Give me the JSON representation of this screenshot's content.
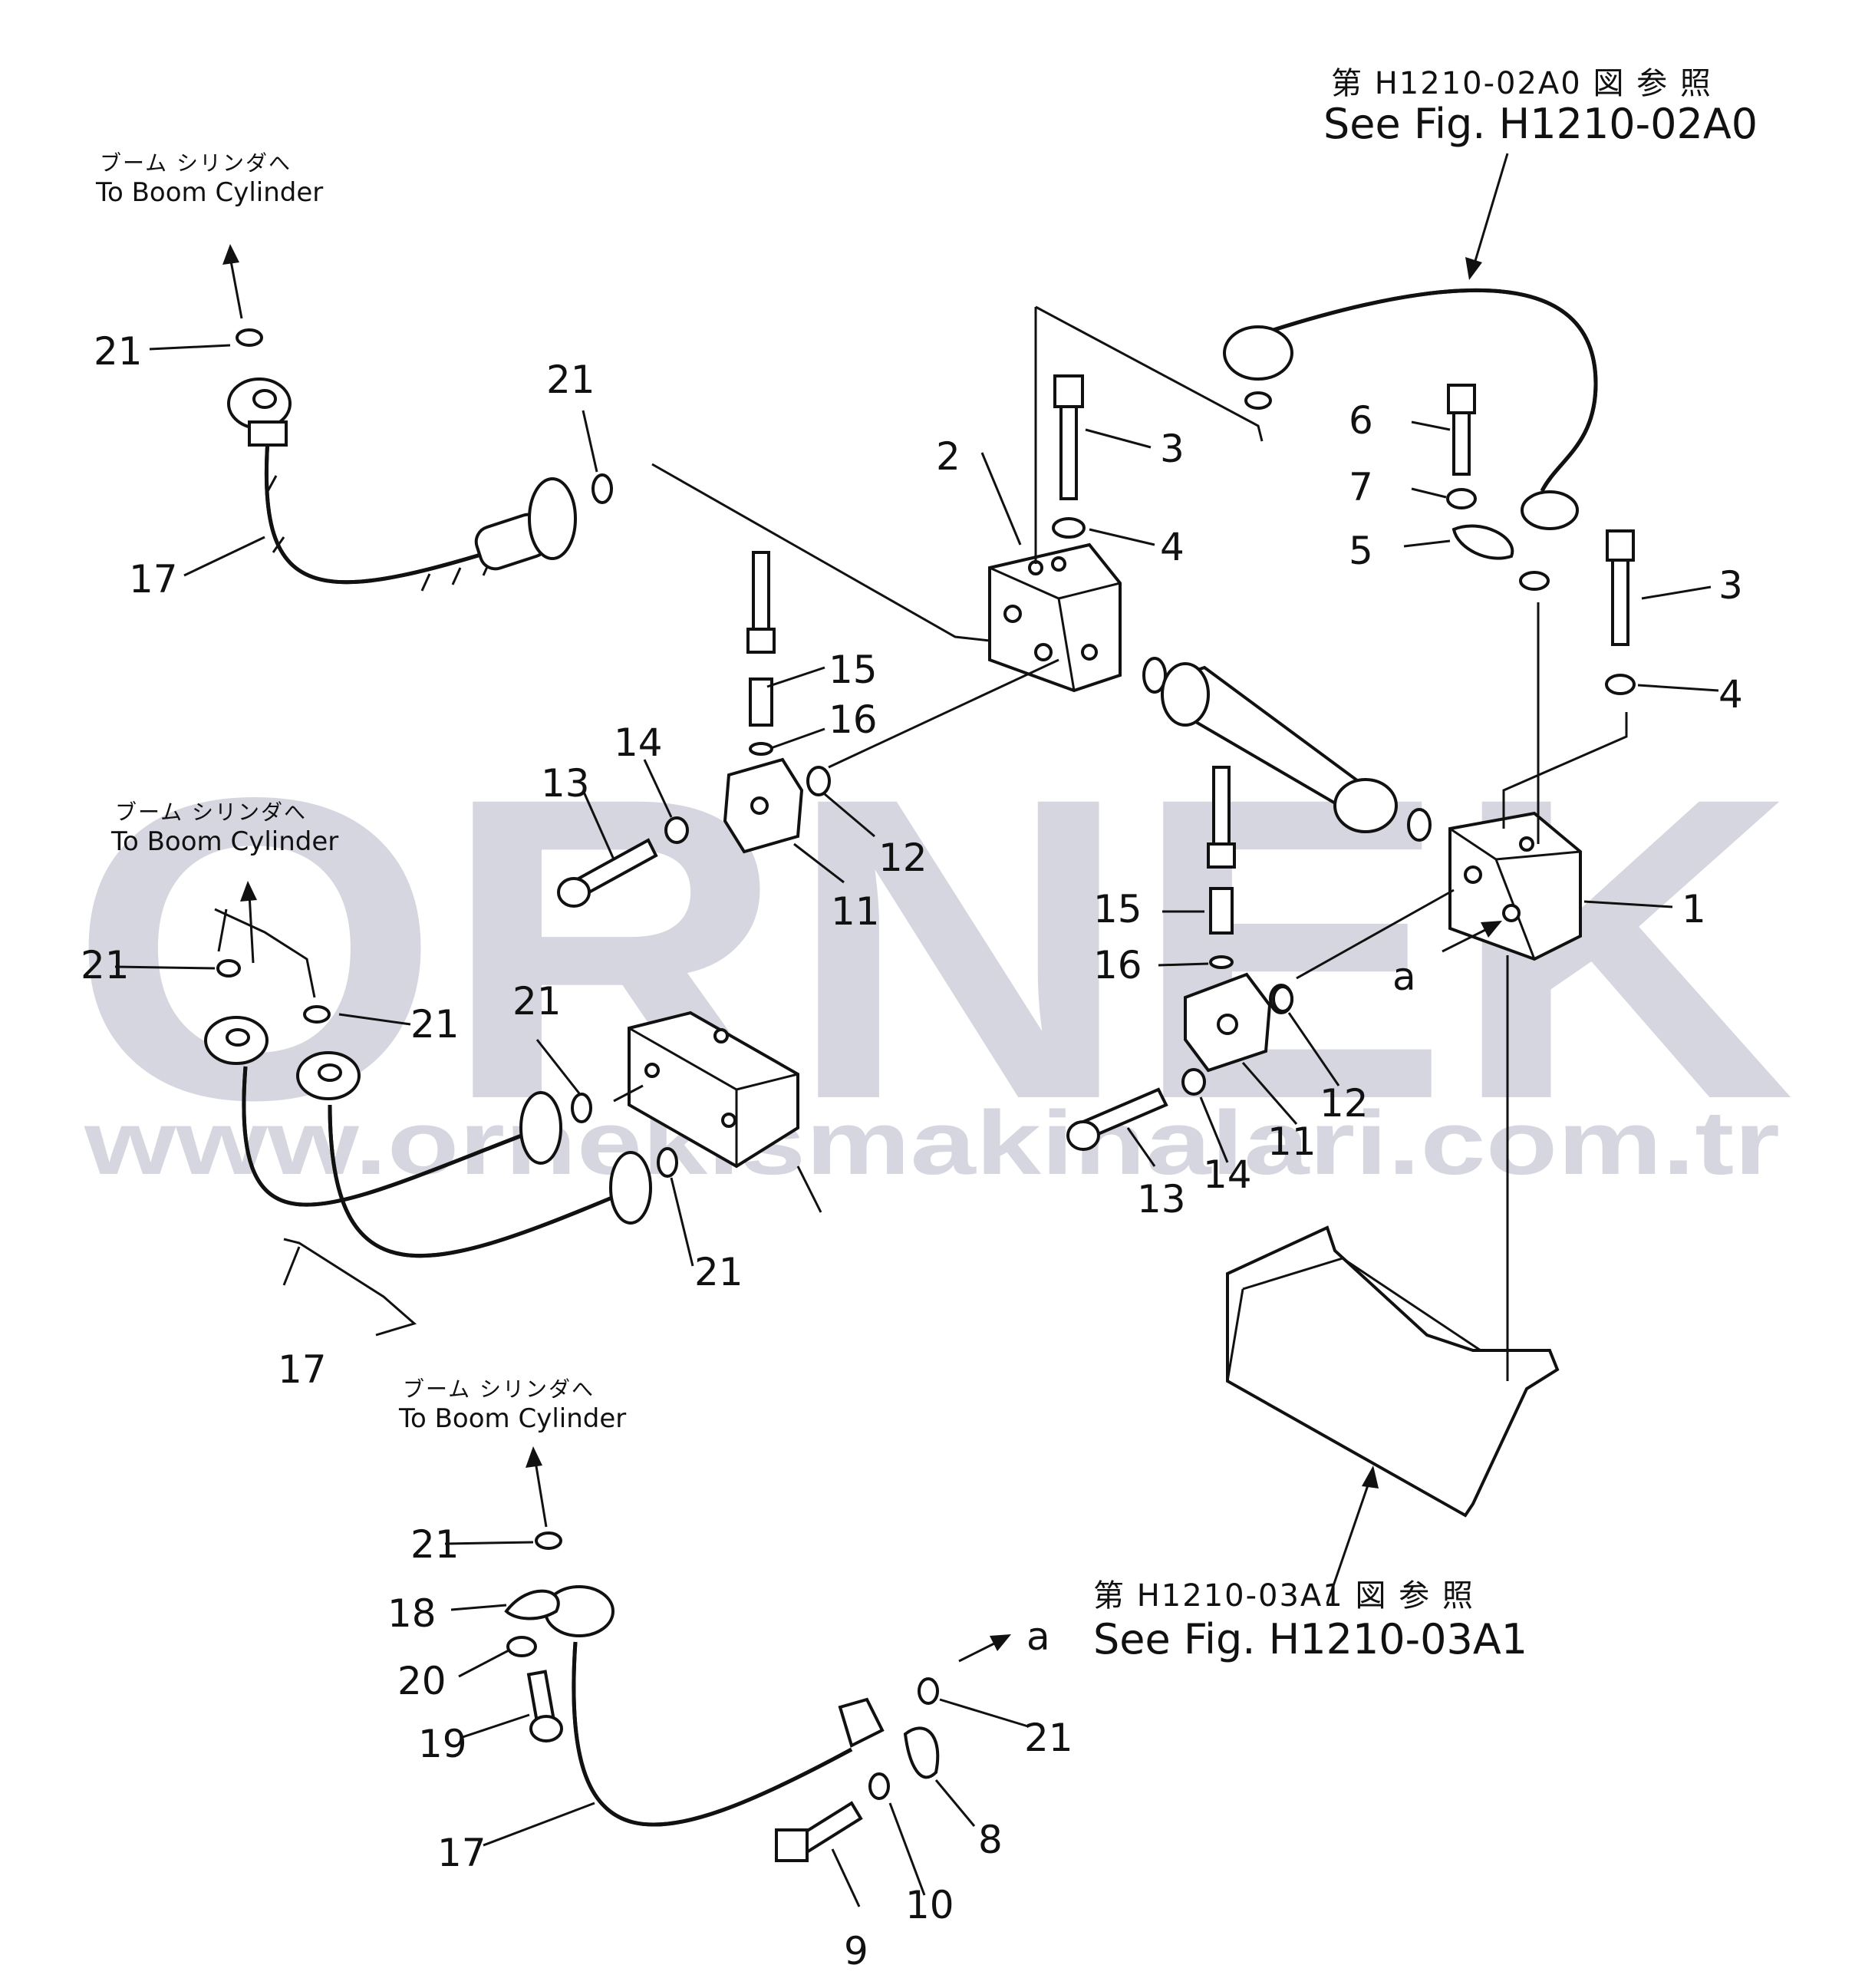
{
  "watermark": {
    "brand": "ORNEK",
    "url": "www.ornekismakinalari.com.tr"
  },
  "references": {
    "top": {
      "jp": "第 H1210-02A0 図 参 照",
      "en": "See Fig. H1210-02A0"
    },
    "bottom": {
      "jp": "第 H1210-03A1 図 参 照",
      "en": "See Fig. H1210-03A1"
    }
  },
  "destinations": [
    {
      "jp": "ブーム シリンダへ",
      "en": "To Boom Cylinder"
    },
    {
      "jp": "ブーム シリンダへ",
      "en": "To Boom Cylinder"
    },
    {
      "jp": "ブーム シリンダへ",
      "en": "To Boom Cylinder"
    }
  ],
  "callouts": {
    "c21a": "21",
    "c21b": "21",
    "c17a": "17",
    "c2": "2",
    "c3a": "3",
    "c4a": "4",
    "c6": "6",
    "c7": "7",
    "c5": "5",
    "c3b": "3",
    "c4b": "4",
    "c15a": "15",
    "c16a": "16",
    "c14a": "14",
    "c13a": "13",
    "c12a": "12",
    "c11a": "11",
    "c1": "1",
    "c21c": "21",
    "c21d": "21",
    "c21e": "21",
    "c21f": "21",
    "c15b": "15",
    "c16b": "16",
    "ca1": "a",
    "c12b": "12",
    "c11b": "11",
    "c14b": "14",
    "c13b": "13",
    "c17b": "17",
    "c21g": "21",
    "c18": "18",
    "c20": "20",
    "c19": "19",
    "ca2": "a",
    "c21h": "21",
    "c8": "8",
    "c17c": "17",
    "c10": "10",
    "c9": "9"
  }
}
